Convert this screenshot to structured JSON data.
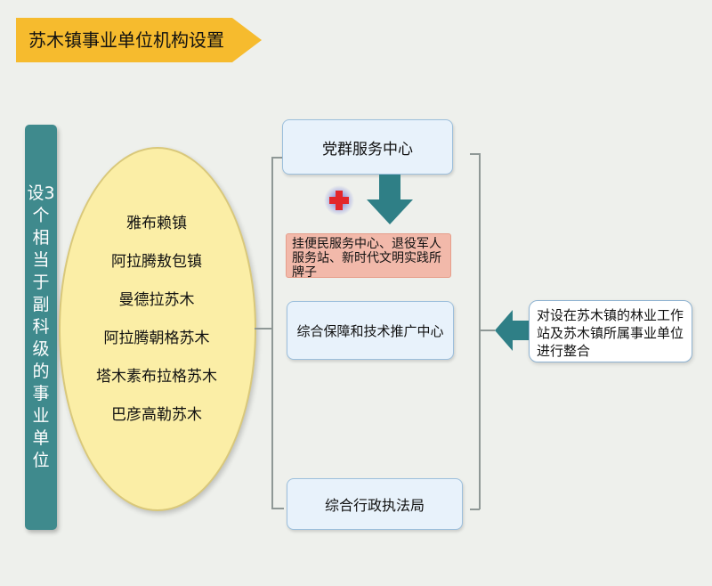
{
  "title": "苏木镇事业单位机构设置",
  "left_label": "设3个相当于副科级的事业单位",
  "towns": [
    "雅布赖镇",
    "阿拉腾敖包镇",
    "曼德拉苏木",
    "阿拉腾朝格苏木",
    "塔木素布拉格苏木",
    "巴彦高勒苏木"
  ],
  "units": {
    "party_center": "党群服务中心",
    "plus_note": "挂便民服务中心、退役军人服务站、新时代文明实践所牌子",
    "support_center": "综合保障和技术推广中心",
    "law_bureau": "综合行政执法局"
  },
  "right_note": "对设在苏木镇的林业工作站及苏木镇所属事业单位进行整合",
  "colors": {
    "title_bg": "#f6bb2e",
    "left_bar": "#3f8a8d",
    "ellipse": "#fbeea6",
    "arrow": "#2f7f86",
    "plus": "#e3262b",
    "pink": "#f2b9aa"
  },
  "icons": [
    "plus-icon",
    "down-arrow-icon",
    "left-arrow-icon"
  ]
}
